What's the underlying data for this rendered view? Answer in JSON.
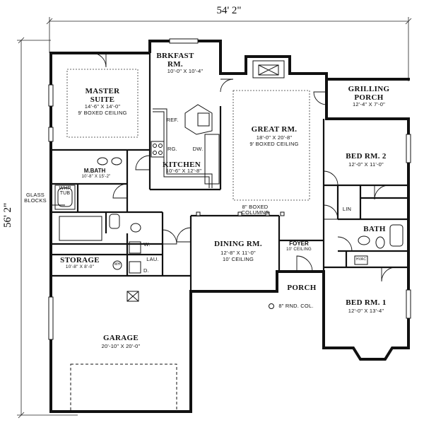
{
  "dimensions": {
    "width": "54' 2\"",
    "depth": "56' 2\""
  },
  "rooms": {
    "breakfast": {
      "name_line1": "BRKFAST",
      "name_line2": "RM.",
      "size": "10'-0\" X 10'-4\""
    },
    "master_suite": {
      "name_line1": "MASTER",
      "name_line2": "SUITE",
      "size": "14'-6\" X 14'-0\"",
      "ceiling": "9' BOXED CEILING"
    },
    "great_room": {
      "name": "GREAT RM.",
      "size": "18'-0\" X 20'-8\"",
      "ceiling": "9' BOXED CEILING"
    },
    "grilling_porch": {
      "name_line1": "GRILLING",
      "name_line2": "PORCH",
      "size": "12'-4\" X 7'-0\""
    },
    "kitchen": {
      "name": "KITCHEN",
      "size": "10'-6\" X 12'-8\""
    },
    "master_bath": {
      "name": "M.BATH",
      "size": "10'-8\" X 15'-2\""
    },
    "bed2": {
      "name": "BED RM. 2",
      "size": "12'-0\" X 11'-0\""
    },
    "dining": {
      "name": "DINING RM.",
      "size": "12'-8\" X 11'-0\"",
      "ceiling": "10' CEILING"
    },
    "foyer": {
      "name": "FOYER",
      "ceiling": "10' CEILING"
    },
    "storage": {
      "name": "STORAGE",
      "size": "10'-8\" X 8'-0\""
    },
    "porch": {
      "name": "PORCH"
    },
    "bed1": {
      "name": "BED RM. 1",
      "size": "12'-0\" X 13'-4\""
    },
    "garage": {
      "name": "GARAGE",
      "size": "20'-10\" X 20'-0\""
    },
    "bath": {
      "name": "BATH"
    }
  },
  "labels": {
    "ref": "REF.",
    "range": "RG.",
    "dw": "DW.",
    "lin": "LIN",
    "whp_tub_1": "WHP",
    "whp_tub_2": "TUB",
    "glass_blocks_1": "GLASS",
    "glass_blocks_2": "BLOCKS",
    "boxed_cols_1": "8\" BOXED",
    "boxed_cols_2": "COLUMNS",
    "washer": "W.",
    "dryer": "D.",
    "laundry": "LAU.",
    "water_heater": "WH",
    "hvac": "HVAC",
    "round_col": "8\" RND. COL."
  }
}
